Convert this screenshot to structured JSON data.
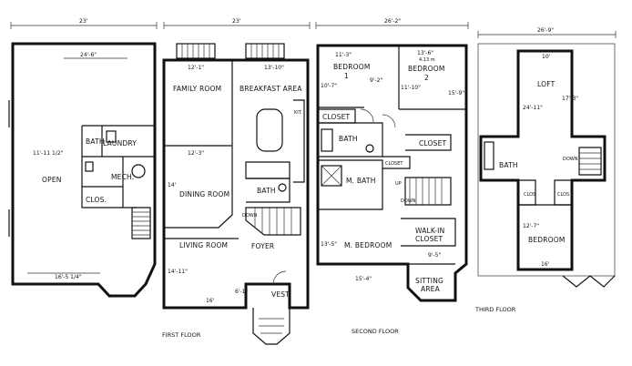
{
  "first_floor_label": "FIRST FLOOR",
  "second_floor_label": "SECOND FLOOR",
  "third_floor_label": "THIRD FLOOR",
  "dims": {
    "open_width": "23'",
    "first_width": "23'",
    "second_width": "26'-2\"",
    "third_width": "26'-9\""
  },
  "open_plan": {
    "open": "OPEN",
    "top": "24'-6\"",
    "side": "11'-11 1/2\"",
    "bottom": "16'-5 1/4\"",
    "bath": "BATH",
    "laundry": "LAUNDRY",
    "mech": "MECH.",
    "clos": "CLOS."
  },
  "first_floor": {
    "family_room": "FAMILY ROOM",
    "family_dim": "12'-1\"",
    "breakfast": "BREAKFAST AREA",
    "breakfast_dim": "13'-10\"",
    "dining_room": "DINING ROOM",
    "dining_dim": "12'-3\"",
    "dining_side": "14'",
    "kit": "KIT.",
    "bath": "BATH",
    "down": "DOWN",
    "living_room": "LIVING ROOM",
    "living_side": "14'-11\"",
    "living_bottom": "16'",
    "foyer": "FOYER",
    "foyer_dim": "6'-1\"",
    "vest": "VEST."
  },
  "second_floor": {
    "bedroom1": "BEDROOM",
    "bedroom1_num": "1",
    "bedroom1_top": "11'-3\"",
    "bedroom1_side": "10'-7\"",
    "bedroom1_side2": "9'-2\"",
    "bedroom2": "BEDROOM",
    "bedroom2_num": "2",
    "bedroom2_top": "13'-6\"",
    "bedroom2_top2": "4.13 m",
    "bedroom2_side": "11'-10\"",
    "bedroom2_side2": "15'-9\"",
    "closet_left": "CLOSET",
    "bath": "BATH",
    "closet_right": "CLOSET",
    "closet_small": "CLOSET",
    "up": "UP",
    "down": "DOWN",
    "m_bath": "M. BATH",
    "m_bedroom": "M. BEDROOM",
    "m_bed_side": "13'-5\"",
    "m_bed_bottom": "15'-4\"",
    "walk_in": "WALK-IN",
    "walk_in2": "CLOSET",
    "walk_dim": "9'-5\"",
    "sitting": "SITTING",
    "sitting2": "AREA"
  },
  "third_floor": {
    "loft": "LOFT",
    "loft_top": "10'",
    "loft_side": "24'-11\"",
    "loft_side2": "17'-3\"",
    "bath": "BATH",
    "clos1": "CLOS",
    "clos2": "CLOS",
    "down": "DOWN",
    "bedroom": "BEDROOM",
    "bedroom_side": "12'-7\"",
    "bedroom_bottom": "16'"
  }
}
